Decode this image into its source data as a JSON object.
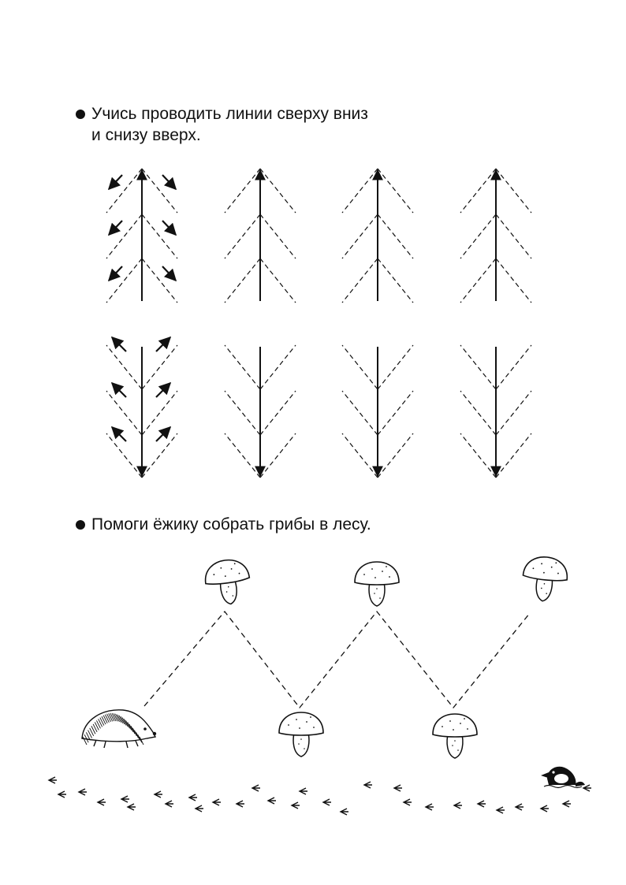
{
  "instructions": [
    {
      "line1": "Учись проводить линии сверху вниз",
      "line2": "и снизу вверх."
    },
    {
      "line1": "Помоги ёжику собрать грибы в лесу."
    }
  ],
  "colors": {
    "ink": "#111111",
    "paper": "#ffffff"
  }
}
